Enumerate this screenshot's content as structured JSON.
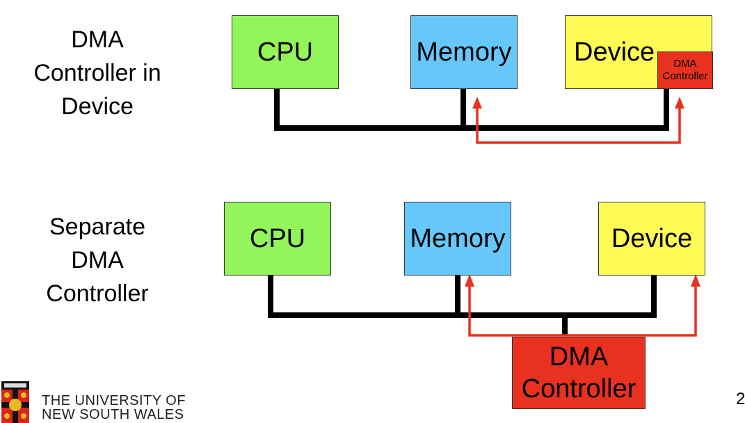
{
  "slide": {
    "top_section": {
      "label_lines": [
        "DMA",
        "Controller in",
        "Device"
      ],
      "boxes": {
        "cpu": "CPU",
        "memory": "Memory",
        "device": "Device",
        "embedded_dma_line1": "DMA",
        "embedded_dma_line2": "Controller"
      }
    },
    "bottom_section": {
      "label_lines": [
        "Separate",
        "DMA",
        "Controller"
      ],
      "boxes": {
        "cpu": "CPU",
        "memory": "Memory",
        "device": "Device",
        "dma_line1": "DMA",
        "dma_line2": "Controller"
      }
    },
    "footer": {
      "university_line1": "THE UNIVERSITY OF",
      "university_line2": "NEW SOUTH WALES",
      "page_number": "2"
    },
    "colors": {
      "cpu": "#92f55a",
      "memory": "#66c8fa",
      "device": "#fefa56",
      "dma": "#e8321f",
      "bus": "#000000",
      "dma_arrow": "#e8321f"
    }
  }
}
